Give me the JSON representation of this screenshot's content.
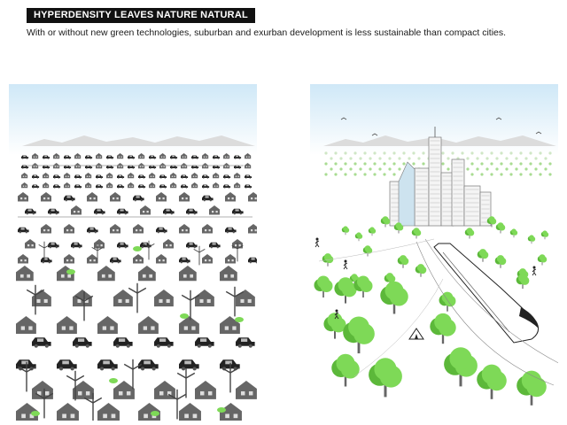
{
  "header": {
    "title": "HYPERDENSITY LEAVES NATURE NATURAL",
    "subtitle": "With or without new green technologies, suburban and exurban development is less sustainable than compact cities."
  },
  "colors": {
    "sky_top": "#cfe8f7",
    "sky_bottom": "#ffffff",
    "tree_green": "#7ed957",
    "tree_green_dark": "#5cb83a",
    "house_gray": "#666666",
    "car_dark": "#222222",
    "building_gray": "#9a9a9a"
  },
  "panels": [
    {
      "id": "suburban-sprawl",
      "subject": "suburban-sprawl-illustration"
    },
    {
      "id": "compact-city",
      "subject": "compact-city-illustration"
    }
  ]
}
